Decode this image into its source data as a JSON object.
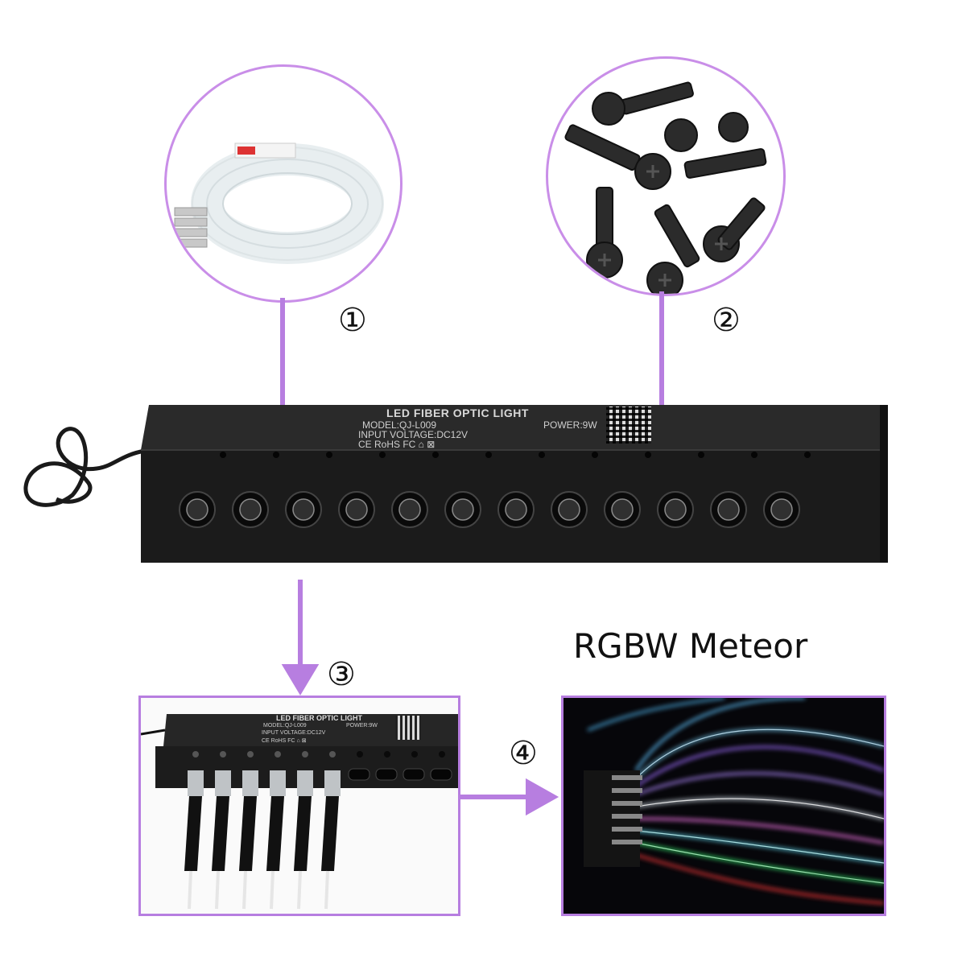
{
  "colors": {
    "accent": "#c98ee8",
    "arrow": "#b77ee0",
    "device": "#1a1a1a"
  },
  "steps": {
    "one": "①",
    "two": "②",
    "three": "③",
    "four": "④"
  },
  "device": {
    "title": "LED FIBER OPTIC LIGHT",
    "model": "MODEL:QJ-L009",
    "power": "POWER:9W",
    "voltage": "INPUT VOLTAGE:DC12V",
    "certs": "CE RoHS FC ⌂ ⊠",
    "ports": 12
  },
  "mini_device": {
    "title": "LED FIBER OPTIC LIGHT",
    "model": "MODEL:QJ-L009",
    "power": "POWER:9W",
    "voltage": "INPUT VOLTAGE:DC12V",
    "certs": "CE RoHS FC ⌂ ⊠"
  },
  "caption": "RGBW Meteor",
  "icons": [
    "fiber-coil-icon",
    "screws-icon",
    "qr-code-icon"
  ]
}
